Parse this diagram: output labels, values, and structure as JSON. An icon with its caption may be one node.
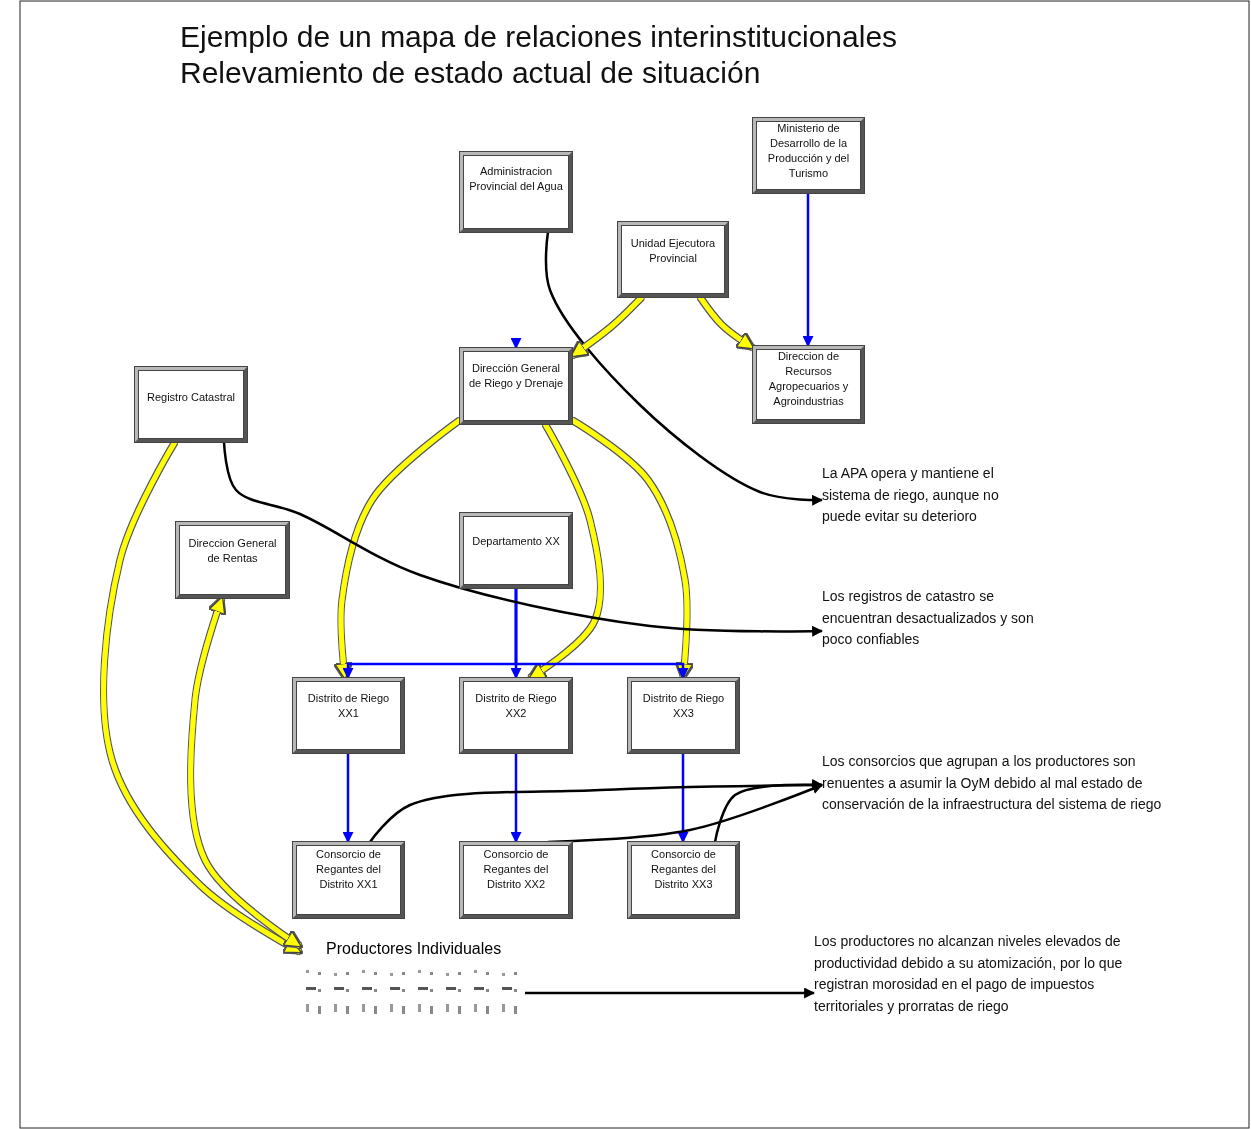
{
  "diagram": {
    "title": "Ejemplo de un mapa de relaciones interinstitucionales",
    "labels": [
      "Relevamiento de estado actual de situación"
    ],
    "nodes": [
      {
        "text": [
          "Administracion Provincial del Agua"
        ]
      },
      {
        "text": [
          "Ministerio de Desarrollo de la Producción y del Turismo"
        ]
      },
      {
        "text": [
          "Unidad Ejecutora Provincial"
        ]
      },
      {
        "text": [
          "Dirección General de Riego y Drenaje"
        ]
      },
      {
        "text": [
          "Direccion de Recursos Agropecuarios y Agroindustrias"
        ]
      },
      {
        "text": [
          "Registro Catastral"
        ]
      },
      {
        "text": [
          "Direccion General de Rentas"
        ]
      },
      {
        "text": [
          "Departamento XX"
        ]
      },
      {
        "text": [
          "Distrito de Riego XX1"
        ]
      },
      {
        "text": [
          "Distrito de Riego XX2"
        ]
      },
      {
        "text": [
          "Distrito de Riego XX3"
        ]
      },
      {
        "text": [
          "Consorcio de Regantes del Distrito XX1"
        ]
      },
      {
        "text": [
          "Consorcio de Regantes del Distrito XX2"
        ]
      },
      {
        "text": [
          "Consorcio de Regantes del Distrito XX3"
        ]
      },
      {
        "text": [
          "Productores Individuales"
        ]
      },
      {
        "text": [
          "La APA opera y mantiene el sistema de riego, aunque no puede evitar su deterioro"
        ]
      },
      {
        "text": [
          "Los registros de catastro se encuentran desactualizados y son poco confiables"
        ]
      },
      {
        "text": [
          "Los consorcios que agrupan a los productores son renuentes a asumir la OyM debido al mal estado de conservación de la infraestructura del sistema de riego"
        ]
      },
      {
        "text": [
          "Los productores no alcanzan niveles elevados de productividad debido a su atomización, por lo que registran morosidad en el pago de impuestos territoriales y prorratas de riego"
        ]
      }
    ],
    "edges": [
      {
        "from": 0,
        "to": 15,
        "arrow": "to",
        "color": "#000000"
      },
      {
        "from": 1,
        "to": 4,
        "arrow": "to",
        "color": "#0000ff"
      },
      {
        "from": 2,
        "to": 3,
        "arrow": "to",
        "style": "thick",
        "color": "#ffff00"
      },
      {
        "from": 2,
        "to": 4,
        "arrow": "to",
        "style": "thick",
        "color": "#ffff00"
      },
      {
        "from": null,
        "to": 3,
        "arrow": "to",
        "color": "#0000ff"
      },
      {
        "from": 3,
        "to": 8,
        "arrow": "to",
        "style": "thick",
        "color": "#ffff00"
      },
      {
        "from": 3,
        "to": 9,
        "arrow": "to",
        "style": "thick",
        "color": "#ffff00"
      },
      {
        "from": 3,
        "to": 10,
        "arrow": "to",
        "style": "thick",
        "color": "#ffff00"
      },
      {
        "from": 7,
        "to": 8,
        "arrow": "to",
        "color": "#0000ff"
      },
      {
        "from": 7,
        "to": 9,
        "arrow": "to",
        "color": "#0000ff"
      },
      {
        "from": 7,
        "to": 10,
        "arrow": "to",
        "color": "#0000ff"
      },
      {
        "from": 8,
        "to": 11,
        "arrow": "to",
        "color": "#0000ff"
      },
      {
        "from": 9,
        "to": 12,
        "arrow": "to",
        "color": "#0000ff"
      },
      {
        "from": 10,
        "to": 13,
        "arrow": "to",
        "color": "#0000ff"
      },
      {
        "from": 5,
        "to": 14,
        "arrow": "to",
        "style": "thick",
        "color": "#ffff00"
      },
      {
        "from": 14,
        "to": 6,
        "arrow": "both",
        "style": "thick",
        "color": "#ffff00"
      },
      {
        "from": 5,
        "to": 16,
        "arrow": "to",
        "color": "#000000"
      },
      {
        "from": 11,
        "to": 17,
        "arrow": "to",
        "color": "#000000"
      },
      {
        "from": 12,
        "to": 17,
        "arrow": "to",
        "color": "#000000"
      },
      {
        "from": 13,
        "to": 17,
        "arrow": "to",
        "color": "#000000"
      },
      {
        "from": 14,
        "to": 18,
        "arrow": "to",
        "color": "#000000"
      }
    ]
  }
}
